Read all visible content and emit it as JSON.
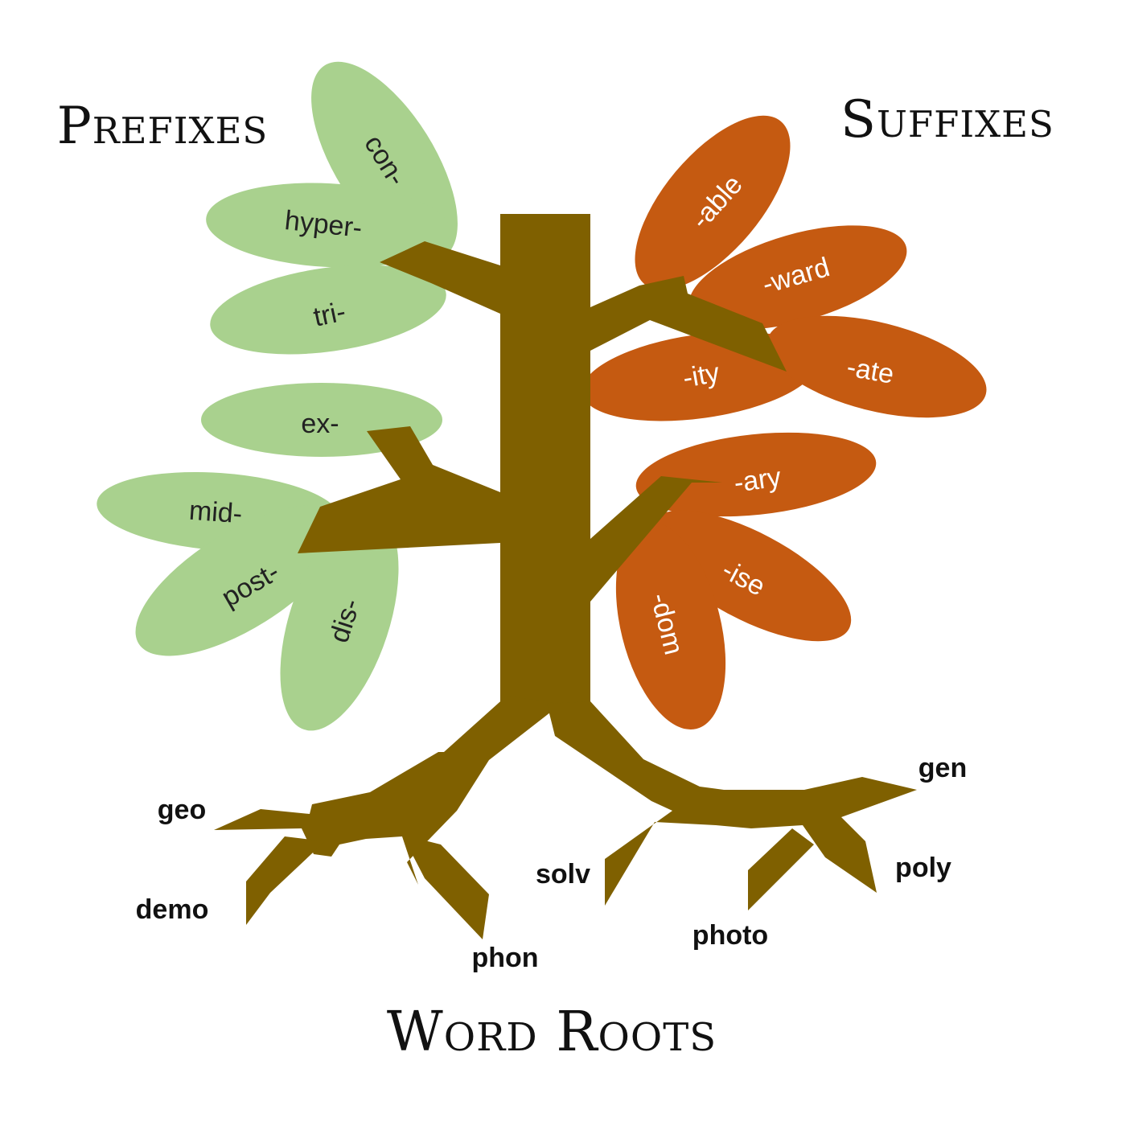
{
  "headings": {
    "prefixes": "Prefixes",
    "suffixes": "Suffixes",
    "roots": "Word Roots"
  },
  "colors": {
    "prefix_leaf": "#a9d18e",
    "suffix_leaf": "#c55a11",
    "trunk": "#7f6000",
    "prefix_text": "#222222",
    "suffix_text": "#ffffff"
  },
  "prefixes": [
    "con-",
    "hyper-",
    "tri-",
    "ex-",
    "mid-",
    "post-",
    "dis-"
  ],
  "suffixes": [
    "-able",
    "-ward",
    "-ity",
    "-ate",
    "-ary",
    "-ise",
    "-dom"
  ],
  "roots": [
    "geo",
    "demo",
    "phon",
    "solv",
    "photo",
    "gen",
    "poly"
  ]
}
